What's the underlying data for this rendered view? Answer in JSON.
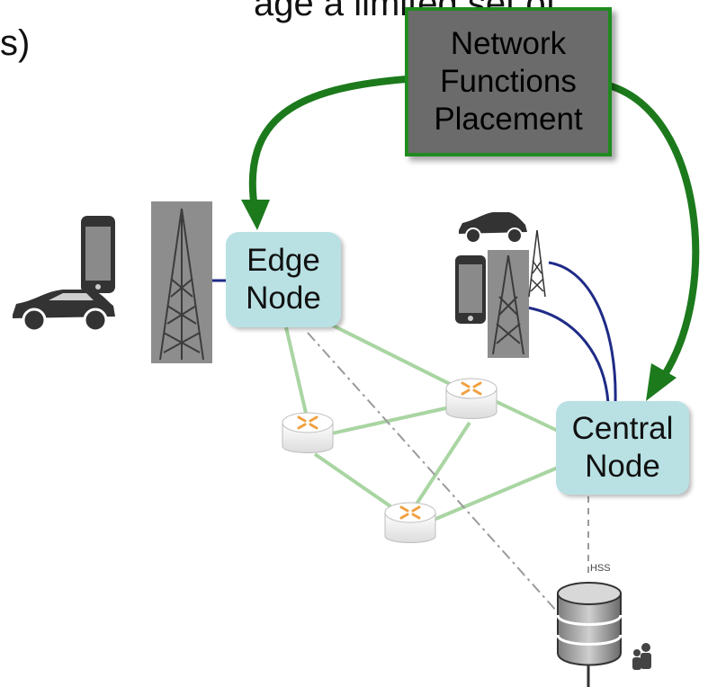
{
  "cut_text": {
    "line1": "age a limited set of",
    "line2": "s)"
  },
  "placement_box": {
    "lines": [
      "Network",
      "Functions",
      "Placement"
    ],
    "fill": "#6b6b6b",
    "border": "#1f8b1f"
  },
  "nodes": {
    "edge": {
      "lines": [
        "Edge",
        "Node"
      ]
    },
    "central": {
      "lines": [
        "Central",
        "Node"
      ]
    }
  },
  "database": {
    "label": "HSS"
  },
  "colors": {
    "arrow": "#1c7a1c",
    "mesh_link": "#a9d5a2",
    "radio_link": "#1f2b86",
    "node_fill": "#b9e1e4",
    "router_icon": "#f0a040"
  },
  "icons": [
    "smartphone-icon",
    "car-icon",
    "cell-tower-icon",
    "router-icon",
    "database-icon",
    "user-icon"
  ]
}
